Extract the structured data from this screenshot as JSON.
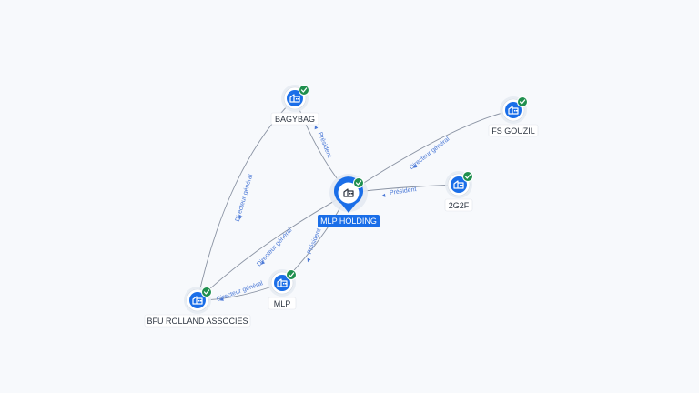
{
  "nodes": [
    {
      "id": "mlp_holding",
      "label": "MLP HOLDING",
      "focus": true,
      "verified": true,
      "icon": "company-icon"
    },
    {
      "id": "bagybag",
      "label": "BAGYBAG",
      "verified": true,
      "icon": "company-icon"
    },
    {
      "id": "fs_gouzil",
      "label": "FS GOUZIL",
      "verified": true,
      "icon": "company-icon"
    },
    {
      "id": "2g2f",
      "label": "2G2F",
      "verified": true,
      "icon": "company-icon"
    },
    {
      "id": "mlp",
      "label": "MLP",
      "verified": true,
      "icon": "company-icon"
    },
    {
      "id": "bfu",
      "label": "BFU ROLLAND ASSOCIES",
      "verified": true,
      "icon": "company-icon"
    }
  ],
  "edges": [
    {
      "from": "bagybag",
      "to": "mlp_holding",
      "label": "Président"
    },
    {
      "from": "fs_gouzil",
      "to": "mlp_holding",
      "label": "Directeur général"
    },
    {
      "from": "2g2f",
      "to": "mlp_holding",
      "label": "Président"
    },
    {
      "from": "mlp",
      "to": "mlp_holding",
      "label": "Président"
    },
    {
      "from": "bfu",
      "to": "mlp_holding",
      "label": "Directeur général"
    },
    {
      "from": "bfu",
      "to": "bagybag",
      "label": "Directeur général"
    },
    {
      "from": "bfu",
      "to": "mlp",
      "label": "Directeur général"
    }
  ],
  "colors": {
    "accent": "#1a6ee8",
    "verified": "#1f8f4e",
    "edge": "#8a93a3",
    "edge_label": "#4a78d6",
    "background": "#f7f9fc"
  }
}
